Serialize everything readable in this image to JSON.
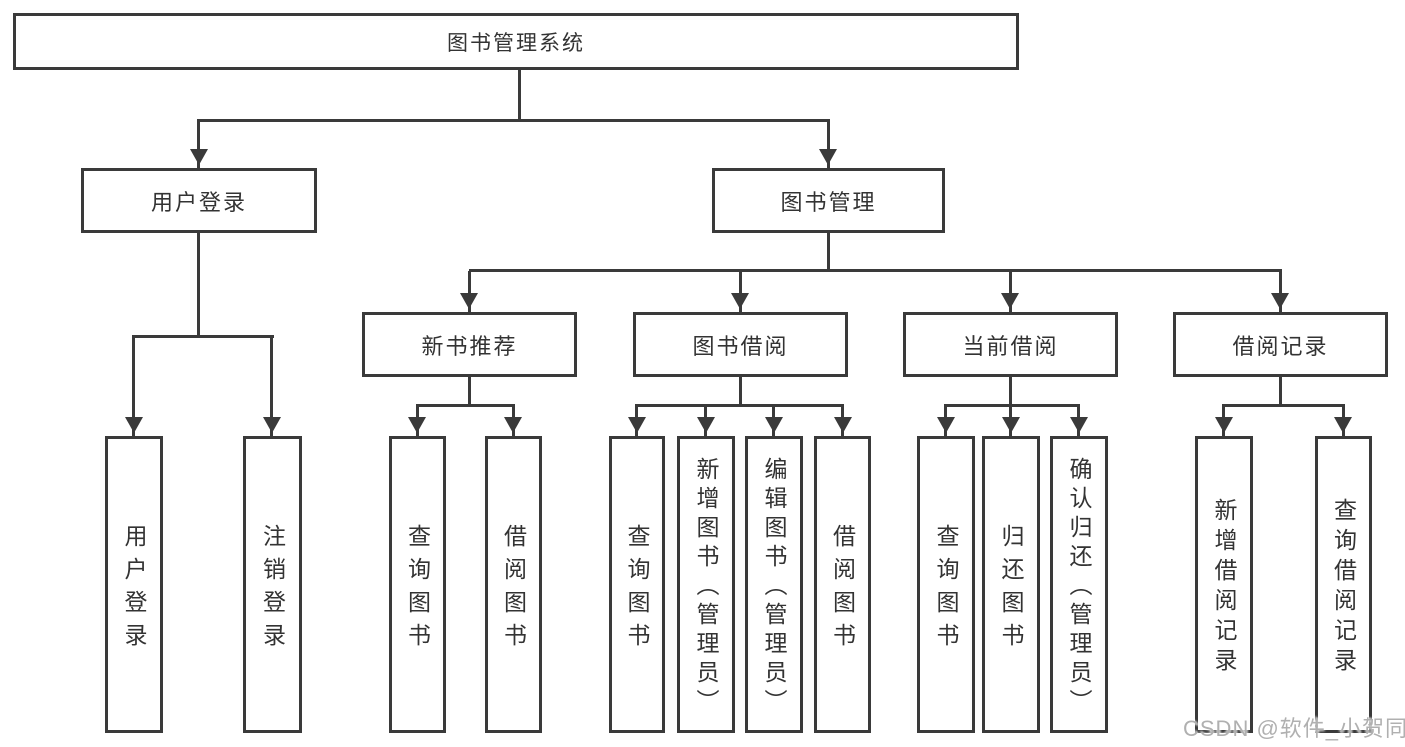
{
  "diagram": {
    "root": "图书管理系统",
    "user_login": {
      "label": "用户登录",
      "children": [
        "用户登录",
        "注销登录"
      ]
    },
    "book_management": {
      "label": "图书管理",
      "modules": [
        {
          "label": "新书推荐",
          "children": [
            "查询图书",
            "借阅图书"
          ]
        },
        {
          "label": "图书借阅",
          "children": [
            "查询图书",
            "新增图书（管理员）",
            "编辑图书（管理员）",
            "借阅图书"
          ]
        },
        {
          "label": "当前借阅",
          "children": [
            "查询图书",
            "归还图书",
            "确认归还（管理员）"
          ]
        },
        {
          "label": "借阅记录",
          "children": [
            "新增借阅记录",
            "查询借阅记录"
          ]
        }
      ]
    }
  },
  "watermark": "CSDN @软件_小贺同学",
  "colors": {
    "line": "#3a3a3a",
    "text": "#333333",
    "watermark_text": "#b0b0b0",
    "background": "#ffffff"
  }
}
